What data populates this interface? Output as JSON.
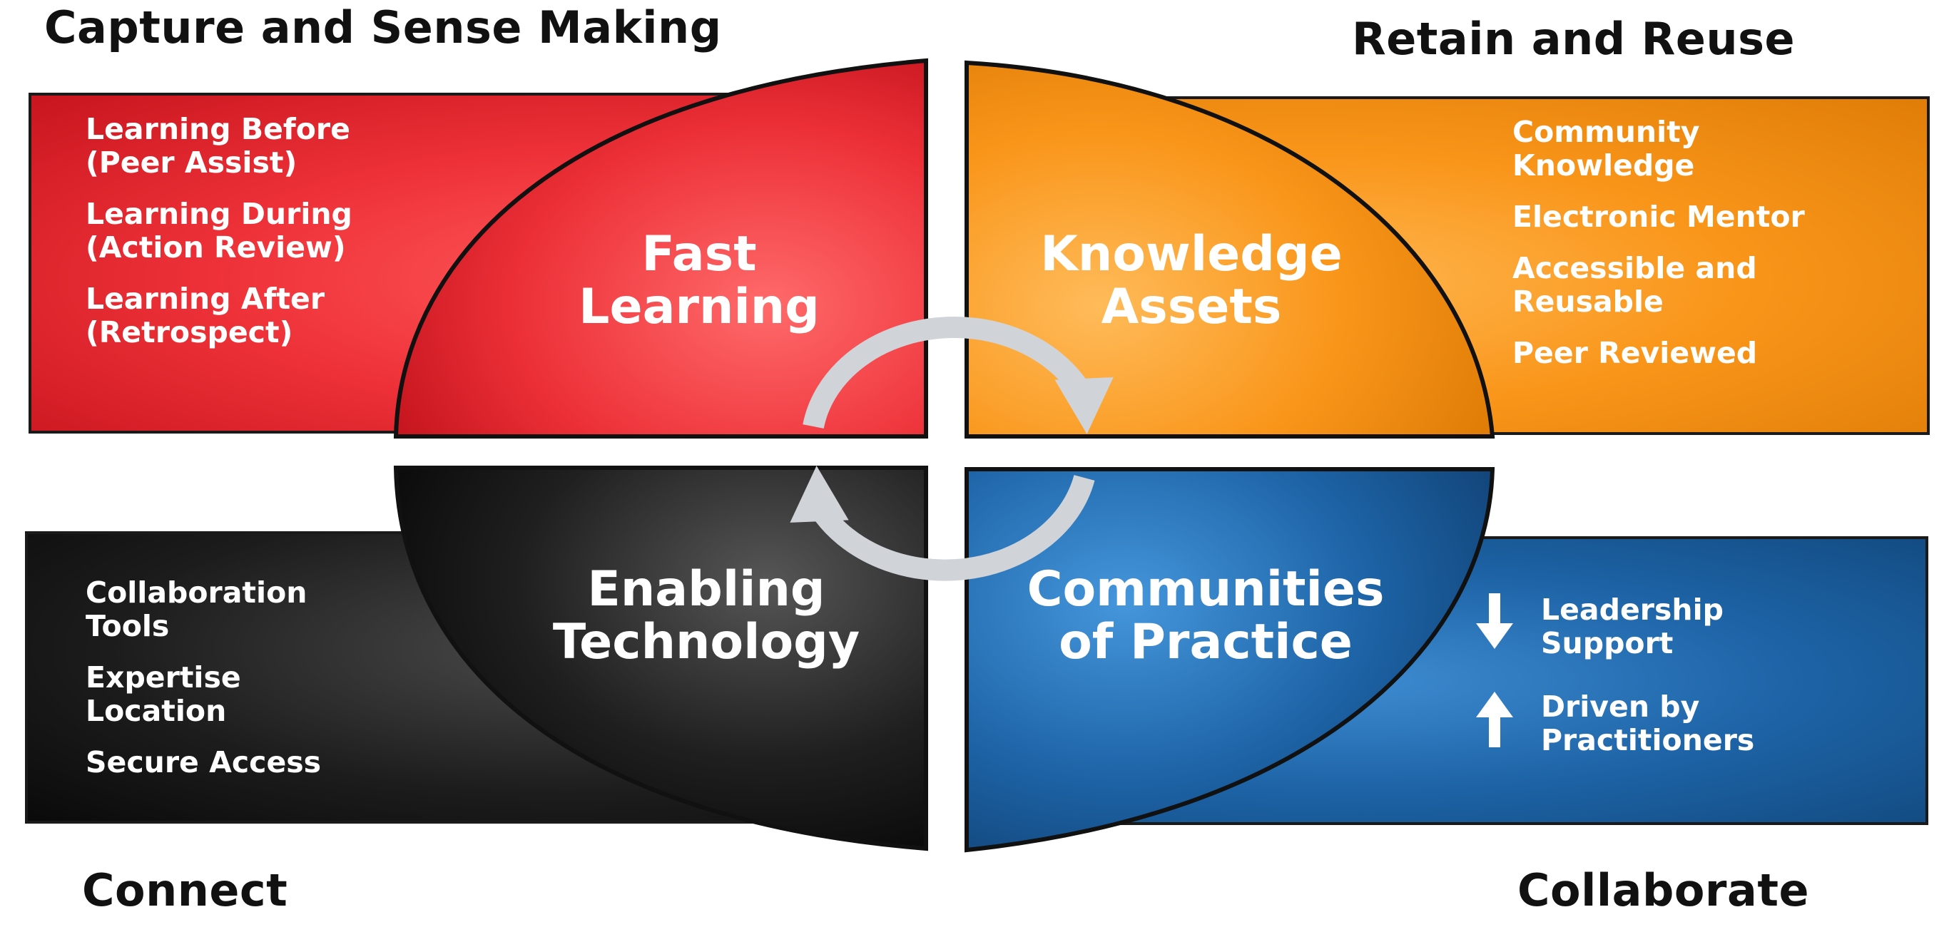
{
  "corners": {
    "top_left": "Capture and Sense Making",
    "top_right": "Retain and Reuse",
    "bottom_left": "Connect",
    "bottom_right": "Collaborate"
  },
  "quadrants": {
    "red": {
      "label": "Fast\nLearning",
      "color": "#ee3138",
      "items": [
        "Learning Before\n(Peer Assist)",
        "Learning During\n(Action Review)",
        "Learning After\n(Retrospect)"
      ]
    },
    "orange": {
      "label": "Knowledge\nAssets",
      "color": "#f99519",
      "items": [
        "Community\nKnowledge",
        "Electronic Mentor",
        "Accessible and\nReusable",
        "Peer Reviewed"
      ]
    },
    "black": {
      "label": "Enabling\nTechnology",
      "color": "#1c1c1c",
      "items": [
        "Collaboration\nTools",
        "Expertise\nLocation",
        "Secure Access"
      ]
    },
    "blue": {
      "label": "Communities\nof Practice",
      "color": "#1d63a6",
      "items": [
        {
          "icon": "arrow-down-icon",
          "text": "Leadership\nSupport"
        },
        {
          "icon": "arrow-up-icon",
          "text": "Driven by\nPractitioners"
        }
      ]
    }
  }
}
